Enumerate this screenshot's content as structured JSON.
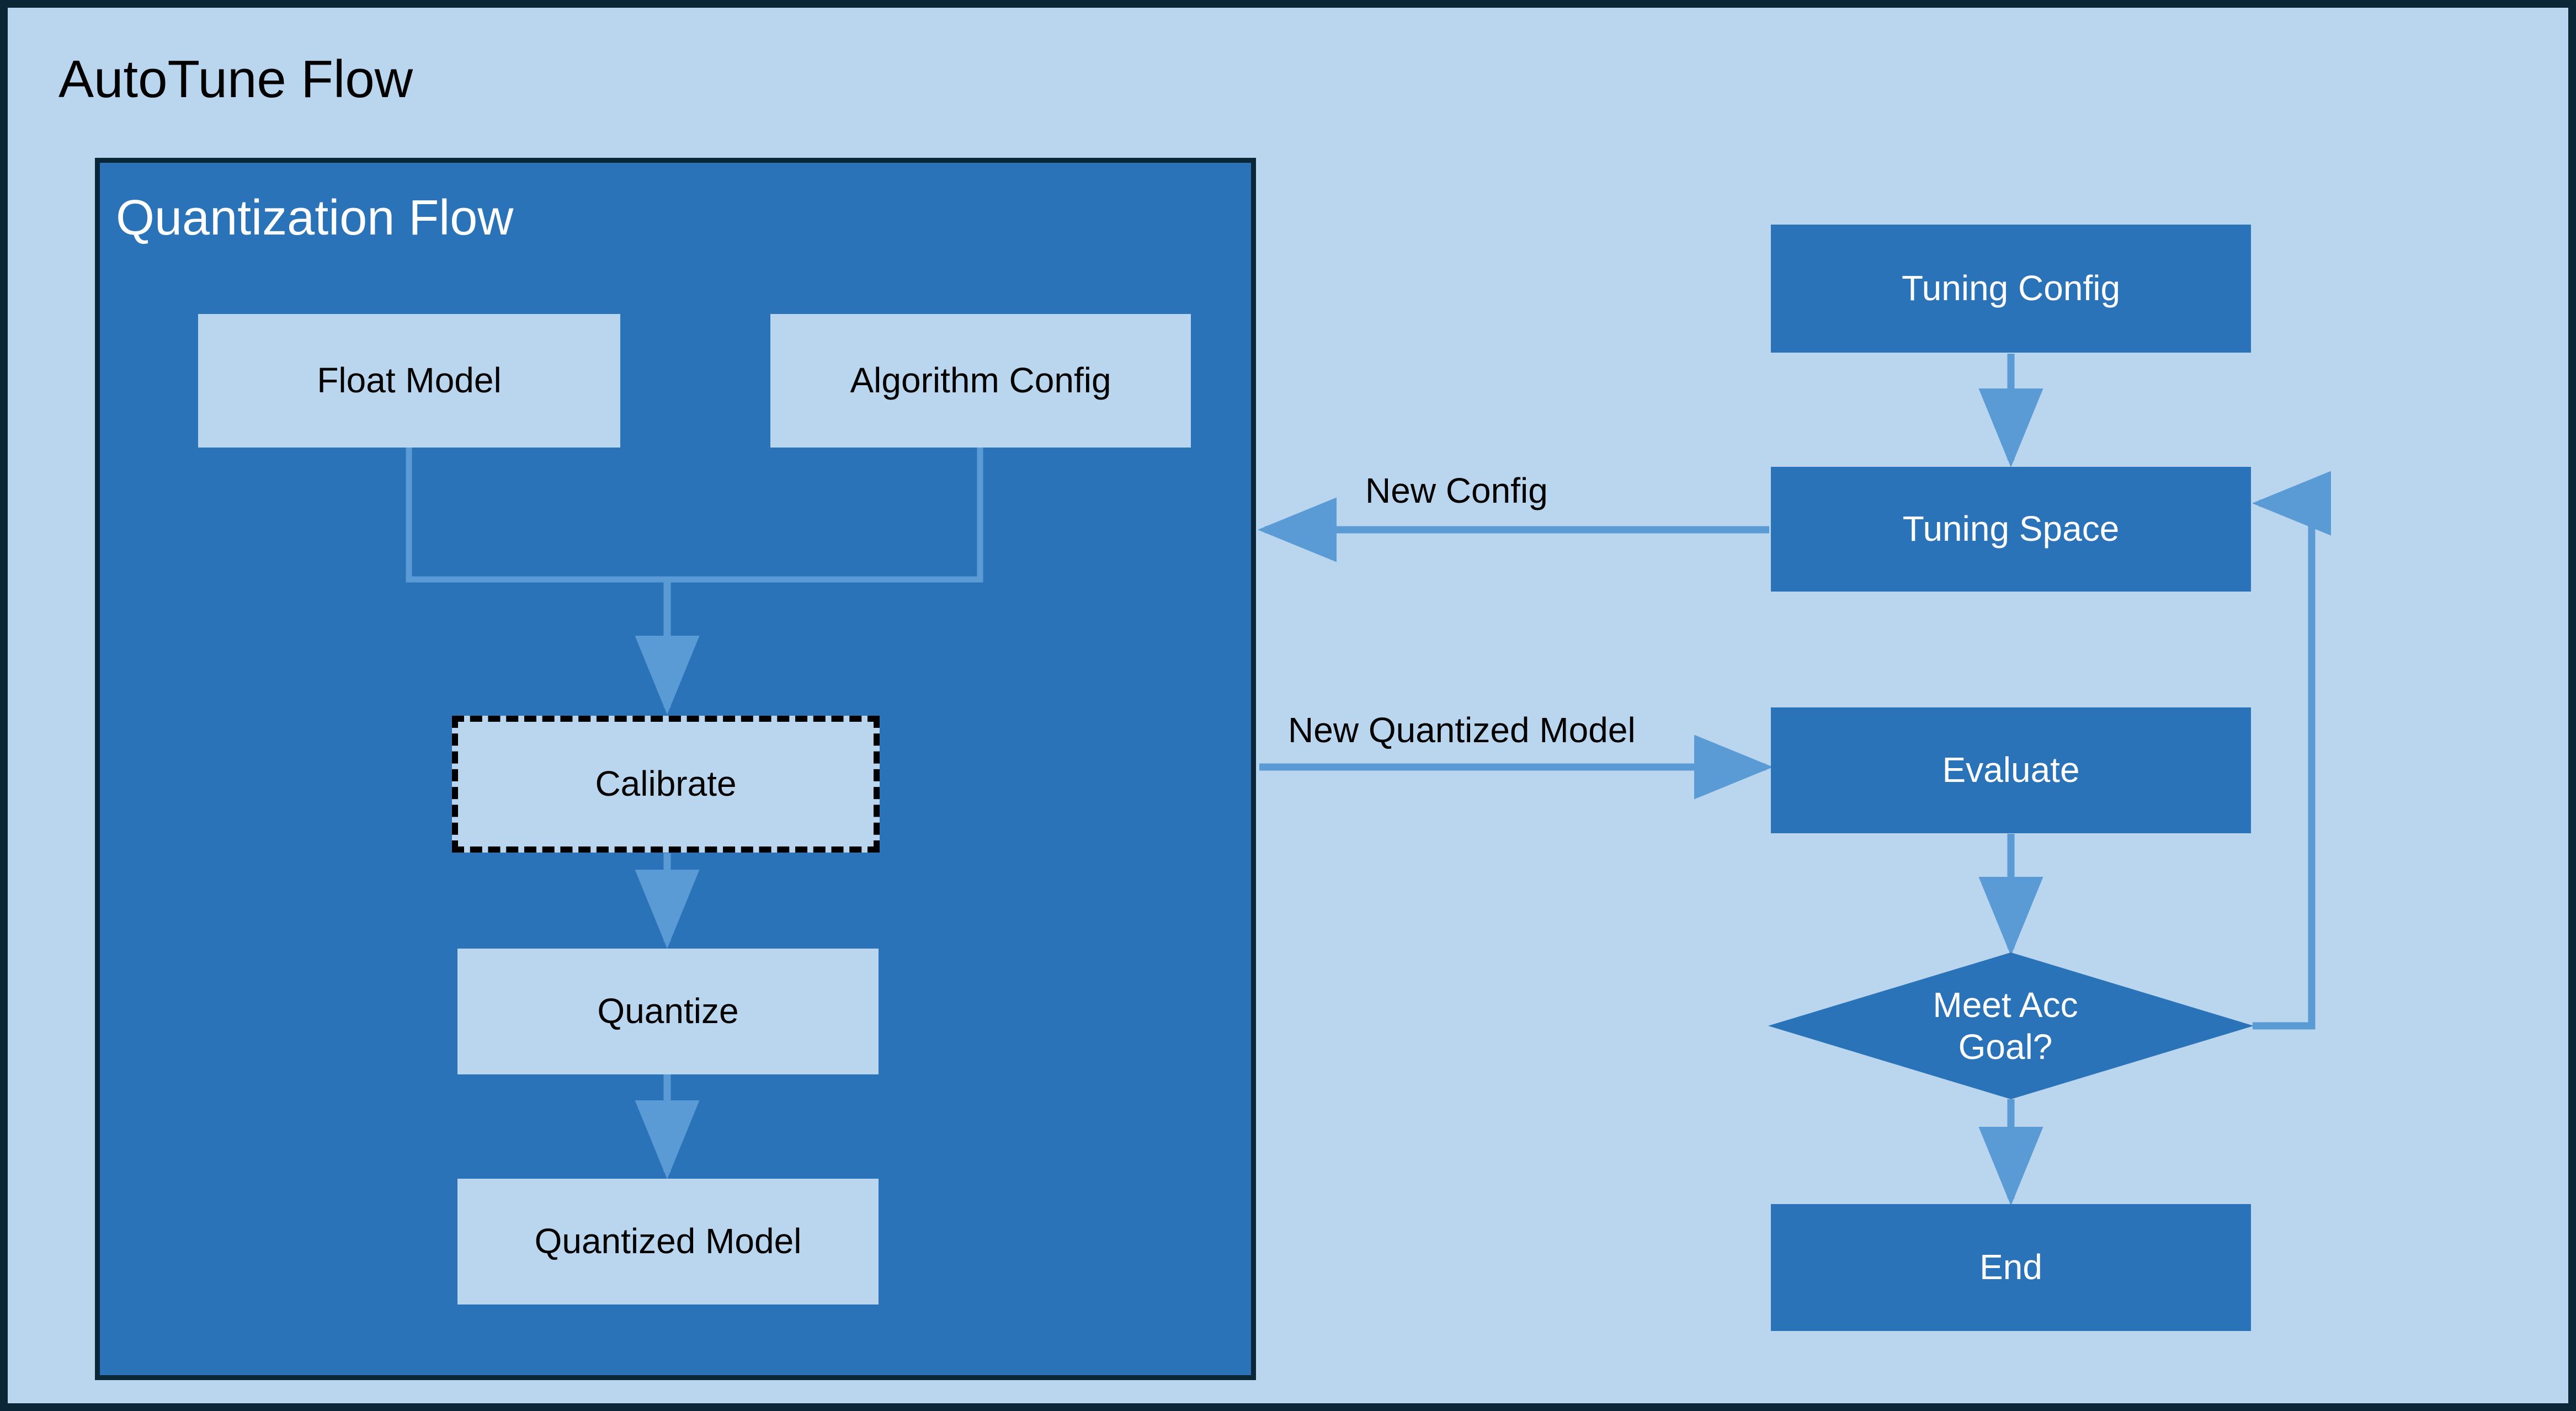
{
  "colors": {
    "canvas_bg": "#bad6ef",
    "outer_border": "#0a2637",
    "panel_fill": "#2b73b8",
    "node_light_fill": "#bad6ef",
    "node_dark_fill": "#2b73b8",
    "connector": "#5b9bd5",
    "dashed_border": "#000000",
    "text_dark": "#000000",
    "text_light": "#ffffff"
  },
  "outer": {
    "title": "AutoTune Flow"
  },
  "quantization_flow": {
    "title": "Quantization Flow",
    "nodes": [
      {
        "id": "float-model",
        "label": "Float Model",
        "style": "light"
      },
      {
        "id": "algorithm-config",
        "label": "Algorithm Config",
        "style": "light"
      },
      {
        "id": "calibrate",
        "label": "Calibrate",
        "style": "light-dashed"
      },
      {
        "id": "quantize",
        "label": "Quantize",
        "style": "light"
      },
      {
        "id": "quantized-model",
        "label": "Quantized Model",
        "style": "light"
      }
    ]
  },
  "tuning_flow": {
    "nodes": [
      {
        "id": "tuning-config",
        "label": "Tuning Config",
        "style": "dark",
        "shape": "rect"
      },
      {
        "id": "tuning-space",
        "label": "Tuning Space",
        "style": "dark",
        "shape": "rect"
      },
      {
        "id": "evaluate",
        "label": "Evaluate",
        "style": "dark",
        "shape": "rect"
      },
      {
        "id": "meet-acc-goal",
        "label": "Meet Acc\nGoal?",
        "label_line1": "Meet Acc",
        "label_line2": "Goal?",
        "style": "dark",
        "shape": "diamond"
      },
      {
        "id": "end",
        "label": "End",
        "style": "dark",
        "shape": "rect"
      }
    ]
  },
  "edge_labels": {
    "new_config": "New Config",
    "new_quantized_model": "New Quantized Model"
  },
  "edges": [
    {
      "from": "float-model",
      "to": "calibrate",
      "label": ""
    },
    {
      "from": "algorithm-config",
      "to": "calibrate",
      "label": ""
    },
    {
      "from": "calibrate",
      "to": "quantize",
      "label": ""
    },
    {
      "from": "quantize",
      "to": "quantized-model",
      "label": ""
    },
    {
      "from": "tuning-config",
      "to": "tuning-space",
      "label": ""
    },
    {
      "from": "tuning-space",
      "to": "quantization_flow",
      "label": "New Config"
    },
    {
      "from": "quantization_flow",
      "to": "evaluate",
      "label": "New Quantized Model"
    },
    {
      "from": "evaluate",
      "to": "meet-acc-goal",
      "label": ""
    },
    {
      "from": "meet-acc-goal",
      "to": "tuning-space",
      "label": ""
    },
    {
      "from": "meet-acc-goal",
      "to": "end",
      "label": ""
    }
  ]
}
